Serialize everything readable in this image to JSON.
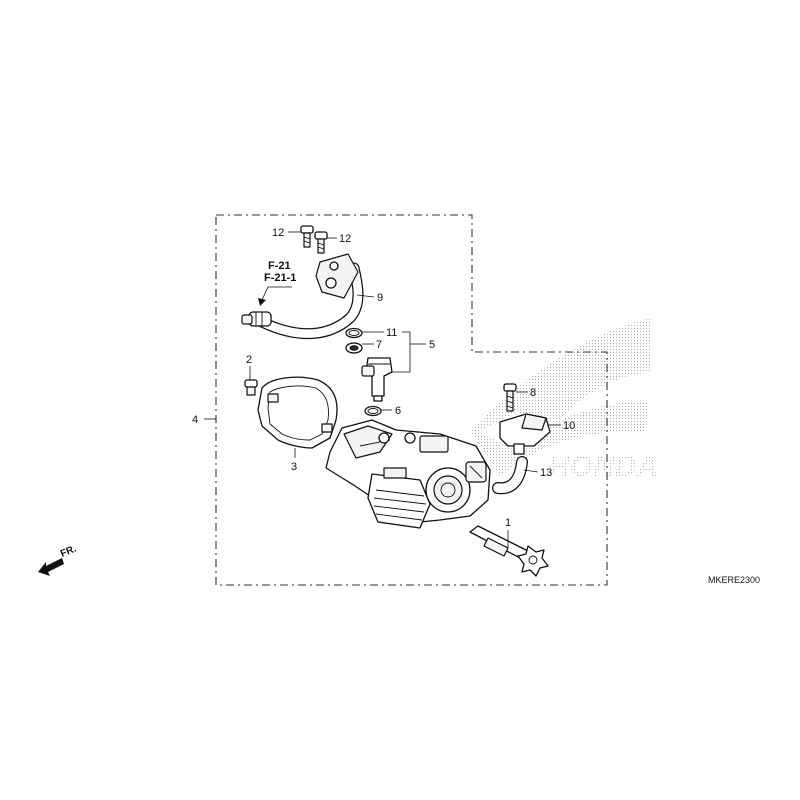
{
  "diagram": {
    "code": "MKERE2300",
    "front_marker": "FR.",
    "refs": [
      "F-21",
      "F-21-1"
    ],
    "watermark_brand": "HONDA"
  },
  "callouts": [
    {
      "id": "1",
      "text": "1"
    },
    {
      "id": "2",
      "text": "2"
    },
    {
      "id": "3",
      "text": "3"
    },
    {
      "id": "4",
      "text": "4"
    },
    {
      "id": "5",
      "text": "5"
    },
    {
      "id": "6",
      "text": "6"
    },
    {
      "id": "7",
      "text": "7"
    },
    {
      "id": "8",
      "text": "8"
    },
    {
      "id": "9",
      "text": "9"
    },
    {
      "id": "10",
      "text": "10"
    },
    {
      "id": "11",
      "text": "11"
    },
    {
      "id": "12a",
      "text": "12"
    },
    {
      "id": "12b",
      "text": "12"
    },
    {
      "id": "13",
      "text": "13"
    }
  ]
}
